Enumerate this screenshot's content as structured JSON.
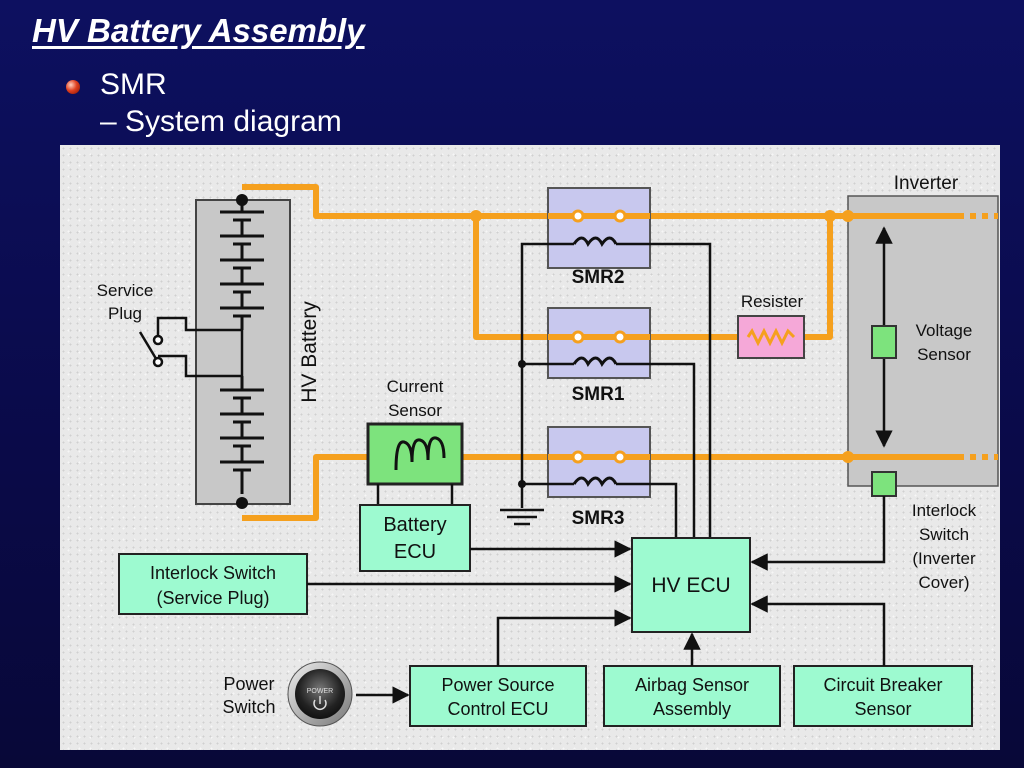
{
  "slide": {
    "title": "HV Battery Assembly",
    "bullet_heading": "SMR",
    "bullet_sub": "– System diagram"
  },
  "diagram": {
    "labels": {
      "inverter": "Inverter",
      "service_plug_1": "Service",
      "service_plug_2": "Plug",
      "hv_battery": "HV Battery",
      "smr2": "SMR2",
      "smr1": "SMR1",
      "smr3": "SMR3",
      "resister": "Resister",
      "voltage_sensor_1": "Voltage",
      "voltage_sensor_2": "Sensor",
      "current_sensor_1": "Current",
      "current_sensor_2": "Sensor",
      "interlock_inv_1": "Interlock",
      "interlock_inv_2": "Switch",
      "interlock_inv_3": "(Inverter",
      "interlock_inv_4": "Cover)",
      "power_switch_1": "Power",
      "power_switch_2": "Switch",
      "power_button_text": "POWER"
    },
    "boxes": {
      "battery_ecu_1": "Battery",
      "battery_ecu_2": "ECU",
      "interlock_sp_1": "Interlock Switch",
      "interlock_sp_2": "(Service Plug)",
      "hv_ecu": "HV ECU",
      "power_source_1": "Power Source",
      "power_source_2": "Control ECU",
      "airbag_1": "Airbag Sensor",
      "airbag_2": "Assembly",
      "breaker_1": "Circuit Breaker",
      "breaker_2": "Sensor"
    },
    "colors": {
      "hv_wire": "#f5a01e",
      "control_wire": "#111111",
      "ecu_box": "#9dfad0",
      "relay_box": "#c8c8ee",
      "resister_box": "#f5a8d8",
      "sensor_green": "#7de37d",
      "inverter_box": "#c8c8c8"
    }
  }
}
